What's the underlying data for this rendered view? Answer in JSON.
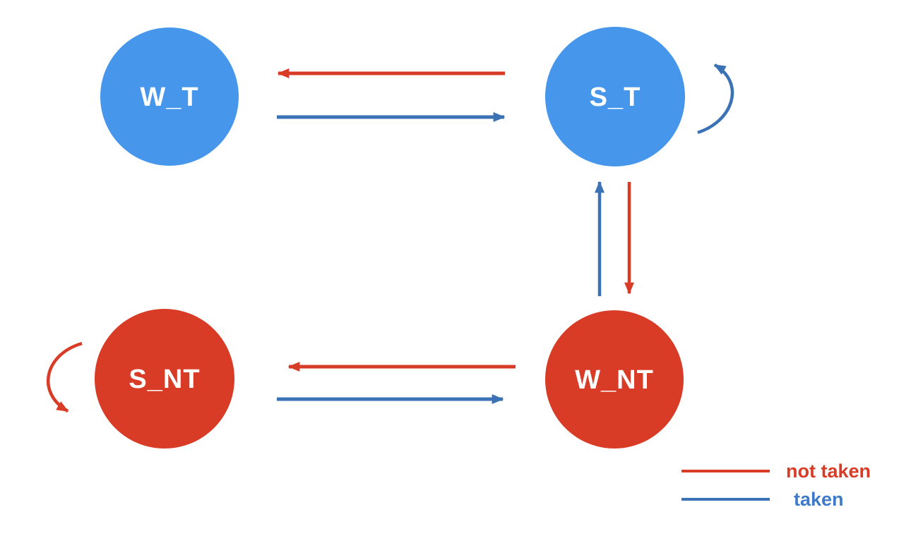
{
  "diagram": {
    "colors": {
      "taken_state_fill": "#4697EC",
      "not_taken_state_fill": "#D93C26",
      "taken_edge": "#3A72B5",
      "not_taken_edge": "#D93C26",
      "state_label_text": "#FFFFFF",
      "legend_taken_text": "#3E7AC8",
      "legend_not_taken_text": "#D93C26"
    },
    "states": [
      {
        "label": "W_T"
      },
      {
        "label": "S_T"
      },
      {
        "label": "S_NT"
      },
      {
        "label": "W_NT"
      }
    ],
    "transitions": [
      {
        "from": "S_T",
        "to": "W_T",
        "on": "not taken"
      },
      {
        "from": "W_T",
        "to": "S_T",
        "on": "taken"
      },
      {
        "from": "S_T",
        "to": "S_T",
        "on": "taken"
      },
      {
        "from": "W_NT",
        "to": "S_T",
        "on": "taken"
      },
      {
        "from": "S_T",
        "to": "W_NT",
        "on": "not taken"
      },
      {
        "from": "W_NT",
        "to": "S_NT",
        "on": "not taken"
      },
      {
        "from": "S_NT",
        "to": "W_NT",
        "on": "taken"
      },
      {
        "from": "S_NT",
        "to": "S_NT",
        "on": "not taken"
      }
    ],
    "legend": {
      "not_taken_label": "not taken",
      "taken_label": "taken"
    }
  }
}
